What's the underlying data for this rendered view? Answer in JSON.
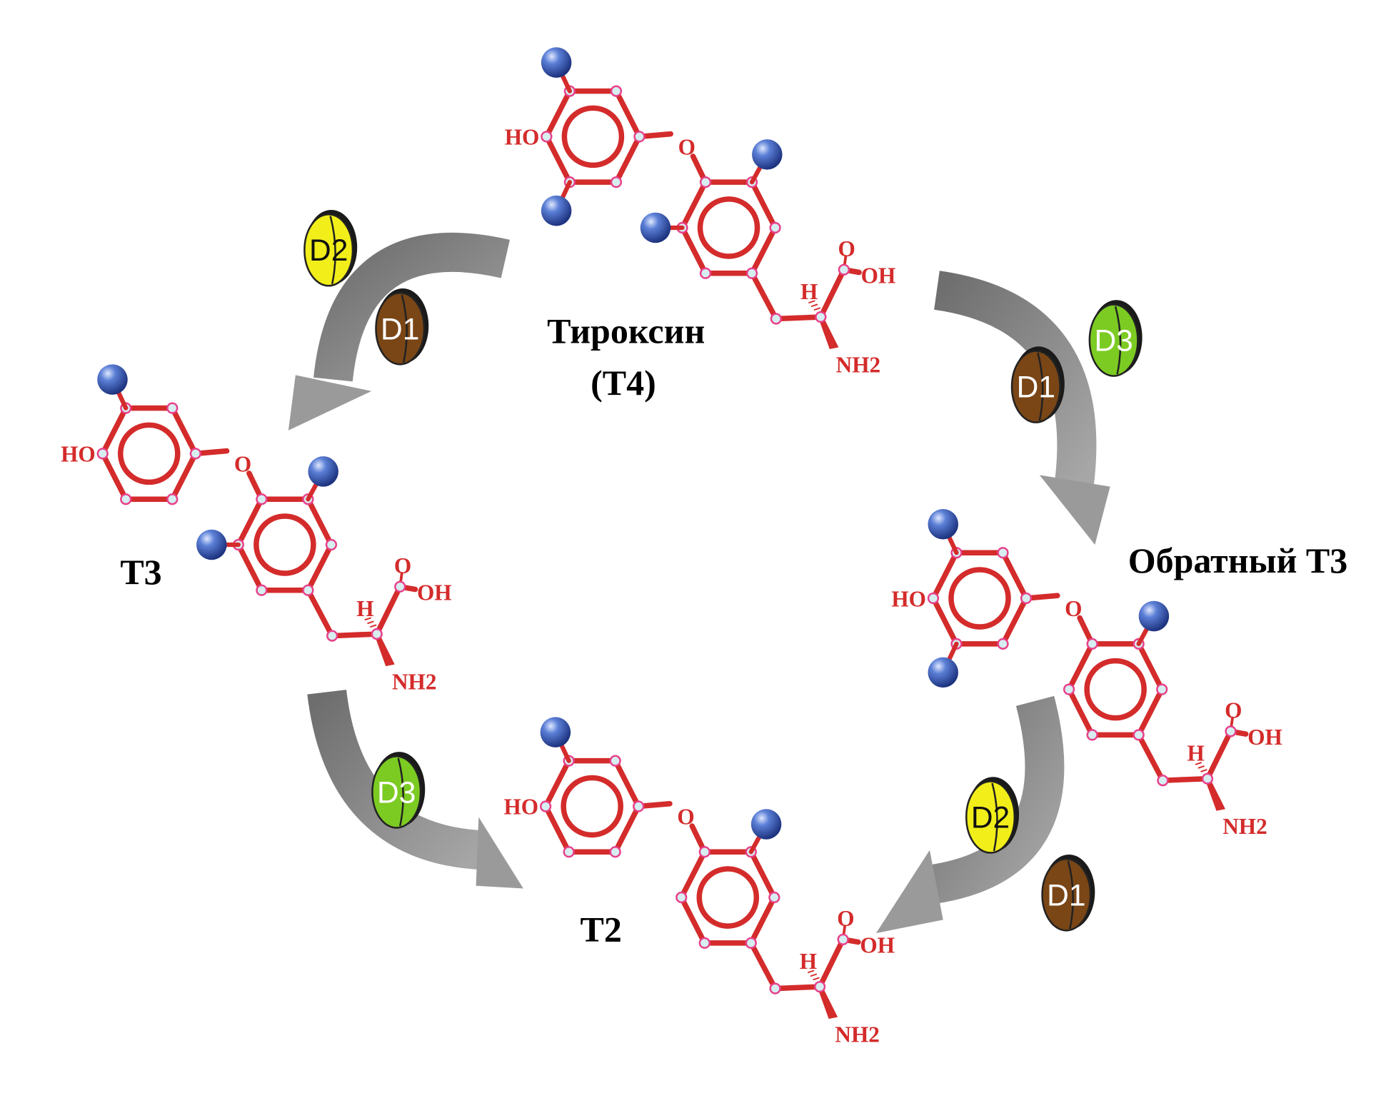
{
  "title_labels": {
    "t4_name": "Тироксин",
    "t4_abbr": "(T4)",
    "t3": "T3",
    "reverse_t3": "Обратный T3",
    "t2": "T2"
  },
  "molecules": [
    {
      "id": "t4",
      "iodines": [
        "ring1-top",
        "ring1-bottom",
        "ring2-top",
        "ring2-left"
      ],
      "atoms": {
        "hydroxyl": "HO",
        "ether": "O",
        "carbonyl": "O",
        "acid": "OH",
        "hydrogen": "H",
        "amine": "NH2"
      }
    },
    {
      "id": "t3",
      "iodines": [
        "ring1-top",
        "ring2-top",
        "ring2-left"
      ],
      "atoms": {
        "hydroxyl": "HO",
        "ether": "O",
        "carbonyl": "O",
        "acid": "OH",
        "hydrogen": "H",
        "amine": "NH2"
      }
    },
    {
      "id": "reverse-t3",
      "iodines": [
        "ring1-top",
        "ring1-bottom",
        "ring2-top"
      ],
      "atoms": {
        "hydroxyl": "HO",
        "ether": "O",
        "carbonyl": "O",
        "acid": "OH",
        "hydrogen": "H",
        "amine": "NH2"
      }
    },
    {
      "id": "t2",
      "iodines": [
        "ring1-top",
        "ring2-top"
      ],
      "atoms": {
        "hydroxyl": "HO",
        "ether": "O",
        "carbonyl": "O",
        "acid": "OH",
        "hydrogen": "H",
        "amine": "NH2"
      }
    }
  ],
  "enzymes": [
    {
      "label": "D2",
      "color": "#f2ee1a",
      "text_color": "#111111"
    },
    {
      "label": "D1",
      "color": "#7a4616",
      "text_color": "#ffffff"
    },
    {
      "label": "D3",
      "color": "#7ccb22",
      "text_color": "#ffffff"
    },
    {
      "label": "D1",
      "color": "#7a4616",
      "text_color": "#ffffff"
    },
    {
      "label": "D3",
      "color": "#7ccb22",
      "text_color": "#ffffff"
    },
    {
      "label": "D2",
      "color": "#f2ee1a",
      "text_color": "#111111"
    },
    {
      "label": "D1",
      "color": "#7a4616",
      "text_color": "#ffffff"
    }
  ],
  "colors": {
    "bond": "#d42b2b",
    "node": "#e8408a",
    "iodine": "#2a4aa8",
    "arrow_dark": "#6e6e6e",
    "arrow_light": "#a6a6a6"
  }
}
